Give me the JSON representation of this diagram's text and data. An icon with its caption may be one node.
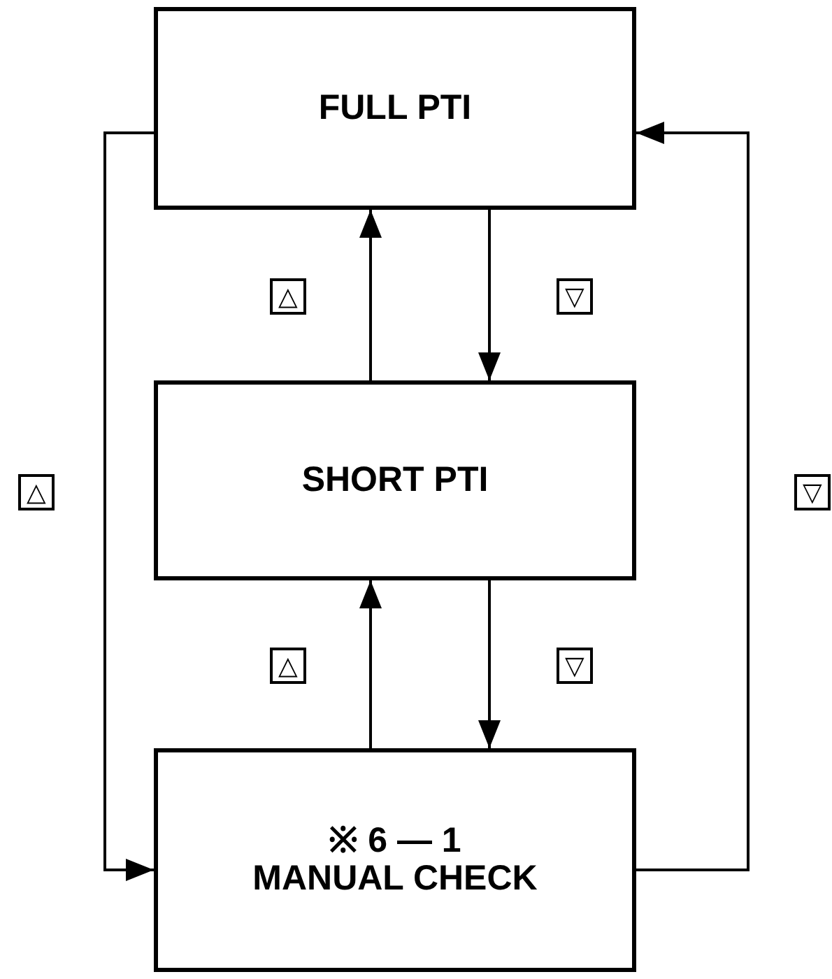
{
  "diagram": {
    "nodes": [
      {
        "text": [
          "FULL PTI"
        ]
      },
      {
        "text": [
          "SHORT PTI"
        ]
      },
      {
        "text": [
          "※ 6 — 1",
          "MANUAL CHECK"
        ]
      }
    ],
    "edges": [
      {
        "from": 1,
        "to": 0,
        "arrow": "to",
        "label": "△"
      },
      {
        "from": 0,
        "to": 1,
        "arrow": "to",
        "label": "▽"
      },
      {
        "from": 2,
        "to": 1,
        "arrow": "to",
        "label": "△"
      },
      {
        "from": 1,
        "to": 2,
        "arrow": "to",
        "label": "▽"
      },
      {
        "from": 0,
        "to": 2,
        "arrow": "to",
        "label": "△"
      },
      {
        "from": 2,
        "to": 0,
        "arrow": "to",
        "label": "▽"
      }
    ]
  }
}
